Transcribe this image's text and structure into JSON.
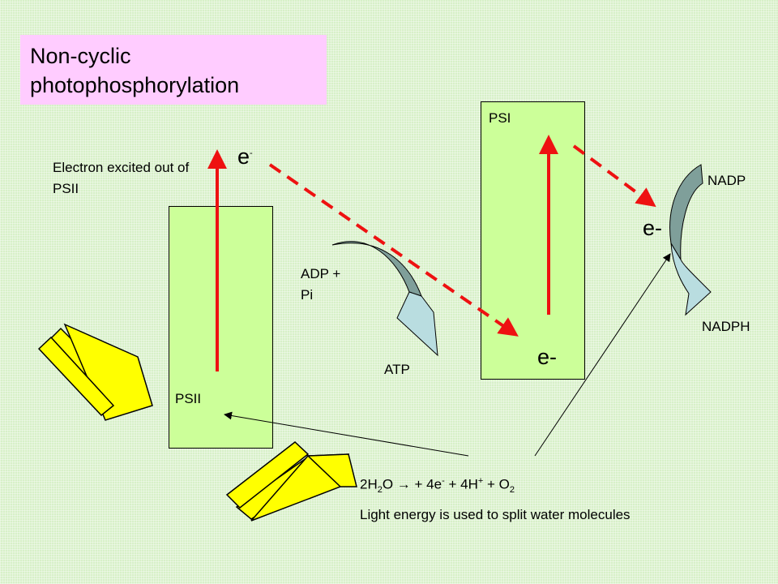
{
  "title": "Non-cyclic photophosphorylation",
  "labels": {
    "psi": "PSI",
    "psii": "PSII",
    "electron_excited": "Electron excited out of PSII",
    "e_top": "e",
    "e_top_sup": "-",
    "e_right": "e-",
    "e_bottom": "e-",
    "adp": "ADP + Pi",
    "atp": "ATP",
    "nadp": "NADP",
    "nadph": "NADPH",
    "light_energy": "Light energy is used to split water molecules"
  },
  "equation": {
    "t1": "2H",
    "s1": "2",
    "t2": "O → + 4e",
    "s2": "-",
    "t3": " + 4H",
    "s3": "+",
    "t4": " + O",
    "s4": "2"
  },
  "colors": {
    "ps_box": "#ccff99",
    "title_bg": "#ffccff",
    "arrow_red": "#ee1111",
    "light_arrow": "#ffff00",
    "curved_top": "#7f9f9a",
    "curved_bottom": "#b9dde0"
  }
}
